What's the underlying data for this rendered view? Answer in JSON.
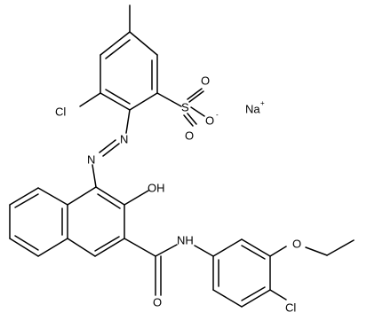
{
  "structure": {
    "atom_labels": {
      "cl_top": "Cl",
      "so3_o_upper": "O",
      "so3_o_lower": "O",
      "so3_o_minus": "O",
      "so3_minus_charge": "-",
      "sulfur": "S",
      "sodium": "Na",
      "sodium_charge": "+",
      "azo_n_upper": "N",
      "azo_n_lower": "N",
      "hydroxyl": "OH",
      "amide_nh": "NH",
      "amide_o": "O",
      "ethoxy_o": "O",
      "cl_bottom": "Cl"
    },
    "colors": {
      "bond": "#000000",
      "text": "#000000",
      "background": "#ffffff"
    }
  }
}
